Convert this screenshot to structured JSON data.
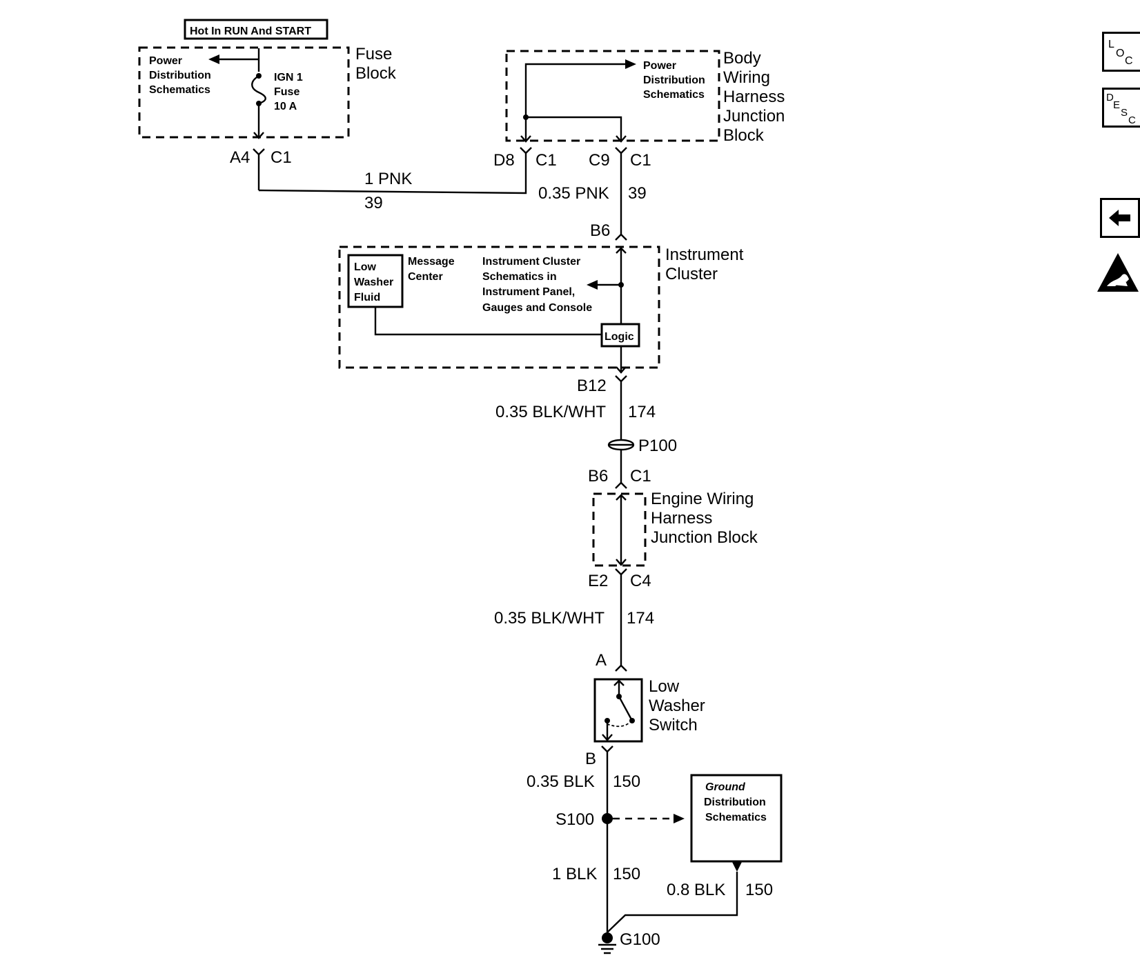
{
  "diagram": {
    "hot_label": "Hot In RUN And START",
    "fuse_block": {
      "title": [
        "Fuse",
        "Block"
      ],
      "power_text": [
        "Power",
        "Distribution",
        "Schematics"
      ],
      "fuse_text": [
        "IGN 1",
        "Fuse",
        "10 A"
      ],
      "pin": "A4",
      "connector": "C1"
    },
    "body_junction": {
      "title": [
        "Body",
        "Wiring",
        "Harness",
        "Junction",
        "Block"
      ],
      "power_text": [
        "Power",
        "Distribution",
        "Schematics"
      ],
      "pin_left": "D8",
      "conn_left": "C1",
      "pin_right": "C9",
      "conn_right": "C1"
    },
    "wire_1pnk": {
      "label": "1 PNK",
      "circuit": "39"
    },
    "wire_035pnk": {
      "label": "0.35 PNK",
      "circuit": "39"
    },
    "instrument_cluster": {
      "title": [
        "Instrument",
        "Cluster"
      ],
      "pin_in": "B6",
      "pin_out": "B12",
      "indicator": [
        "Low",
        "Washer",
        "Fluid"
      ],
      "message_center": [
        "Message",
        "Center"
      ],
      "ref_text": [
        "Instrument Cluster",
        "Schematics in",
        "Instrument Panel,",
        "Gauges and Console"
      ],
      "logic": "Logic"
    },
    "wire_blkwht_1": {
      "label": "0.35 BLK/WHT",
      "circuit": "174"
    },
    "p100": "P100",
    "engine_junction": {
      "title": [
        "Engine Wiring",
        "Harness",
        "Junction Block"
      ],
      "pin_in": "B6",
      "conn_in": "C1",
      "pin_out": "E2",
      "conn_out": "C4"
    },
    "wire_blkwht_2": {
      "label": "0.35 BLK/WHT",
      "circuit": "174"
    },
    "switch": {
      "title": [
        "Low",
        "Washer",
        "Switch"
      ],
      "pin_a": "A",
      "pin_b": "B"
    },
    "wire_035blk": {
      "label": "0.35 BLK",
      "circuit": "150"
    },
    "splice": "S100",
    "ground_dist": [
      "Ground",
      "Distribution",
      "Schematics"
    ],
    "wire_1blk": {
      "label": "1 BLK",
      "circuit": "150"
    },
    "wire_08blk": {
      "label": "0.8 BLK",
      "circuit": "150"
    },
    "ground": "G100"
  },
  "sidebar": {
    "loc": {
      "l1": "L",
      "l2": "O",
      "l3": "C"
    },
    "desc": {
      "l1": "D",
      "l2": "E",
      "l3": "S",
      "l4": "C"
    },
    "back_arrow": "back-arrow-icon",
    "esd_warning": "esd-warning-icon"
  }
}
